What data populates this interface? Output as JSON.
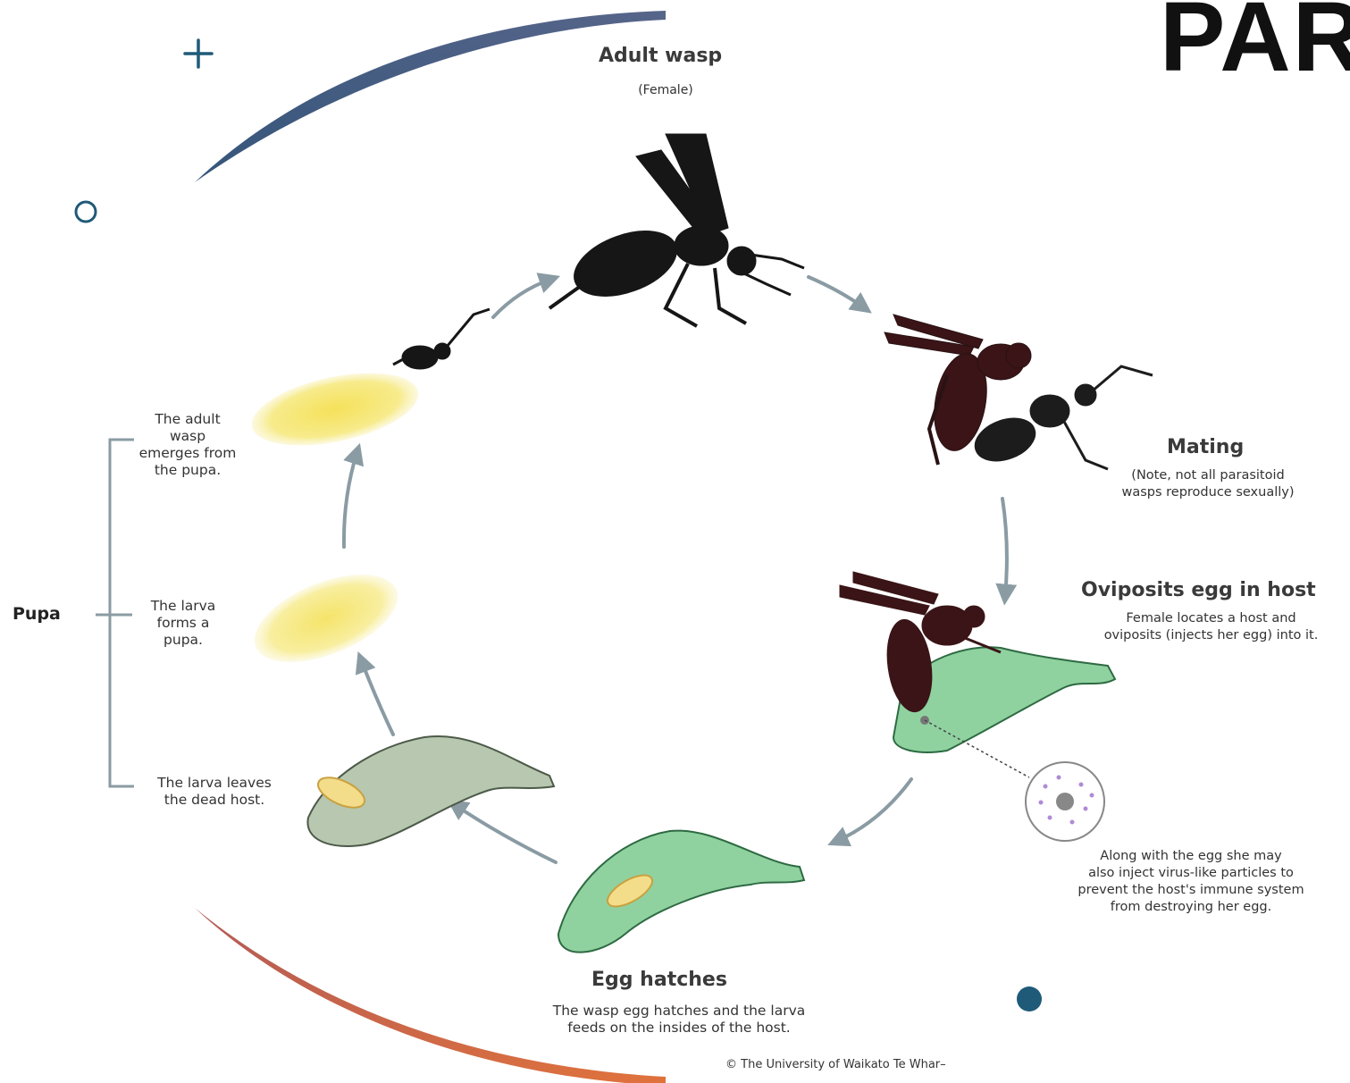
{
  "slide": {
    "title": "PAR",
    "accent_colors": {
      "arc_top": "#3f5b80",
      "arc_bottom": "#c96a4c",
      "marker": "#1f5a78"
    }
  },
  "stages": {
    "adult": {
      "title": "Adult wasp",
      "subtitle": "(Female)"
    },
    "mating": {
      "title": "Mating",
      "note": "(Note, not all parasitoid\nwasps reproduce sexually)"
    },
    "oviposit": {
      "title": "Oviposits egg in host",
      "desc": "Female locates a host and\noviposits (injects her egg) into it."
    },
    "virus": {
      "desc": "Along with the egg she may\nalso inject virus-like particles to\nprevent the host's immune system\nfrom destroying her egg."
    },
    "hatch": {
      "title": "Egg hatches",
      "desc": "The wasp egg hatches and the larva\nfeeds on the insides of the host."
    }
  },
  "pupa": {
    "label": "Pupa",
    "steps": [
      "The adult\nwasp\nemerges from\nthe pupa.",
      "The larva\nforms a\npupa.",
      "The larva leaves\nthe dead host."
    ]
  },
  "copyright": "© The University of Waikato Te Whar–"
}
